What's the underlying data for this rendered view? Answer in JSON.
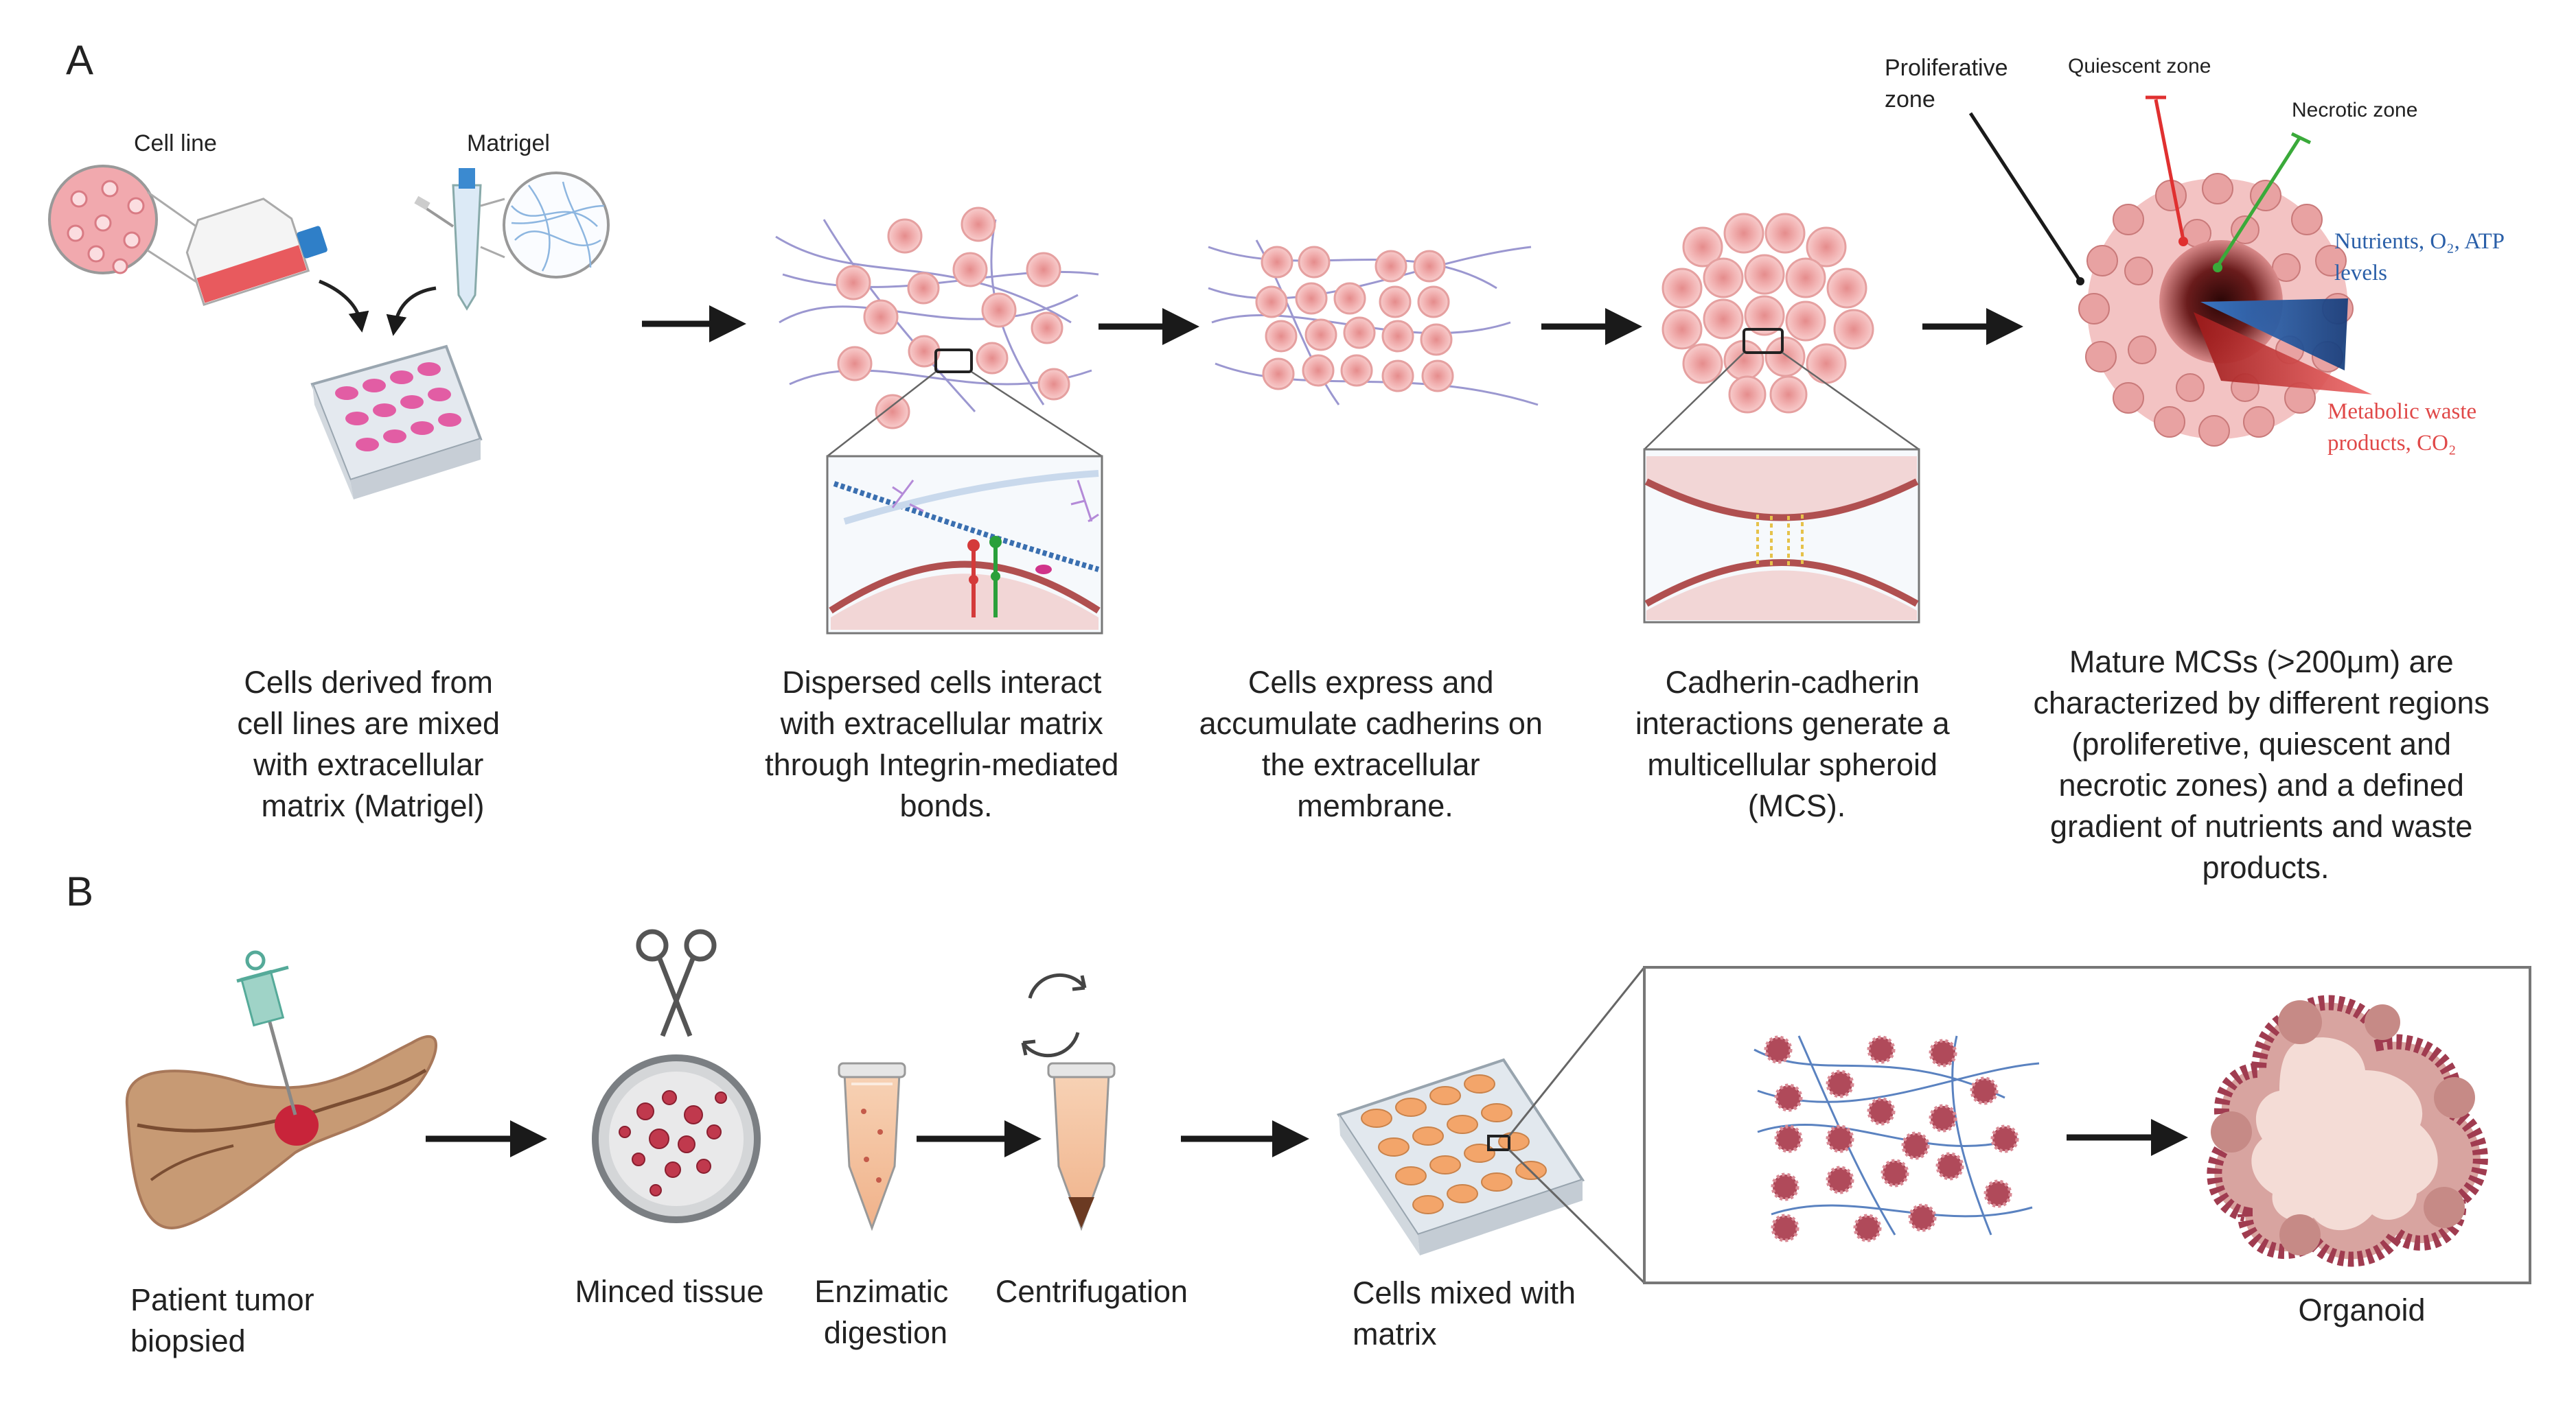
{
  "panel_a": {
    "letter": "A",
    "cell_line_label": "Cell line",
    "matrigel_label": "Matrigel",
    "zone_proliferative": [
      "Proliferative",
      "zone"
    ],
    "zone_quiescent": "Quiescent zone",
    "zone_necrotic": "Necrotic zone",
    "gradient_nutrients": [
      "Nutrients, O₂, ATP",
      "levels"
    ],
    "gradient_waste": [
      "Metabolic waste",
      "products, CO₂"
    ],
    "captions": [
      [
        "Cells derived from",
        "cell lines are mixed",
        "with extracellular",
        "matrix (Matrigel)"
      ],
      [
        "Dispersed cells interact",
        "with extracellular matrix",
        "through Integrin-mediated",
        "bonds."
      ],
      [
        "Cells express and",
        "accumulate cadherins on",
        "the extracellular",
        "membrane."
      ],
      [
        "Cadherin-cadherin",
        "interactions generate a",
        "multicellular spheroid",
        "(MCS)."
      ],
      [
        "Mature MCSs (>200μm) are",
        "characterized by different regions",
        "(proliferetive, quiescent and",
        "necrotic zones) and a defined",
        "gradient of nutrients and waste",
        "products."
      ]
    ]
  },
  "panel_b": {
    "letter": "B",
    "captions": [
      [
        "Patient tumor",
        "biopsied"
      ],
      [
        "Minced tissue"
      ],
      [
        "Enzimatic",
        "digestion"
      ],
      [
        "Centrifugation"
      ],
      [
        "Cells mixed with",
        "matrix"
      ],
      [
        "Organoid"
      ]
    ]
  },
  "colors": {
    "cell_fill": "#f2b8b8",
    "cell_stroke": "#d98a8a",
    "fiber": "#8a86c8",
    "gradient_blue": "#2a5fa8",
    "gradient_red": "#e04848",
    "quiescent_line": "#e03030",
    "necrotic_line": "#3aaa3a",
    "arrow": "#1a1a1a",
    "organoid_cell": "#b04a5a",
    "pancreas": "#c79a74"
  }
}
